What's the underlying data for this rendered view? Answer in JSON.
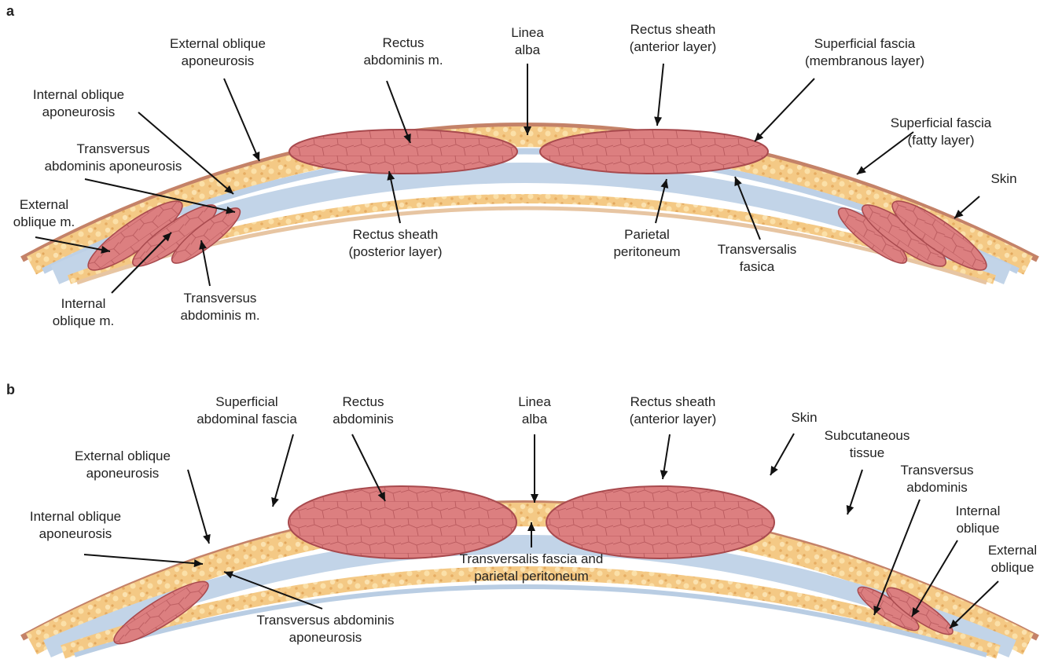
{
  "panels": [
    {
      "letter": "a",
      "labels": [
        "External oblique\naponeurosis",
        "Rectus\nabdominis m.",
        "Linea\nalba",
        "Rectus sheath\n(anterior layer)",
        "Superficial fascia\n(membranous layer)",
        "Internal oblique\naponeurosis",
        "Transversus\nabdominis aponeurosis",
        "Superficial fascia\n(fatty layer)",
        "Skin",
        "External\noblique m.",
        "Rectus sheath\n(posterior layer)",
        "Parietal\nperitoneum",
        "Transversalis\nfasica",
        "Internal\noblique m.",
        "Transversus\nabdominis m."
      ]
    },
    {
      "letter": "b",
      "labels": [
        "Superficial\nabdominal fascia",
        "Rectus\nabdominis",
        "Linea\nalba",
        "Rectus sheath\n(anterior layer)",
        "Skin",
        "Subcutaneous\ntissue",
        "External oblique\naponeurosis",
        "Transversus\nabdominis",
        "Internal\noblique",
        "Internal oblique\naponeurosis",
        "External\noblique",
        "Transversalis fascia and\nparietal peritoneum",
        "Transversus abdominis\naponeurosis"
      ]
    }
  ],
  "colors": {
    "skin": "#c98a70",
    "fat": "#f2c47c",
    "fat_dark": "#e3a55a",
    "fascia": "#b9cde3",
    "fascia_light": "#dde8f3",
    "muscle": "#d9787a",
    "muscle_edge": "#a84a4e",
    "arrow": "#111111"
  }
}
